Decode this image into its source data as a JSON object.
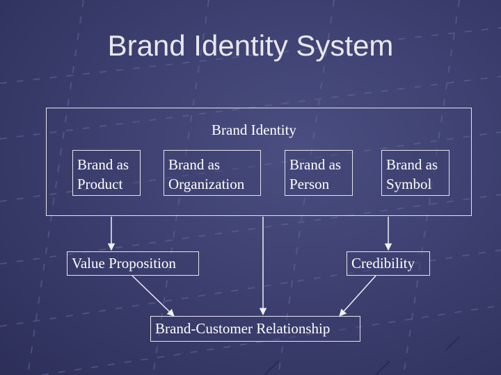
{
  "title": "Brand Identity System",
  "identity": {
    "label": "Brand Identity",
    "items": [
      "Brand as Product",
      "Brand as Organization",
      "Brand as Person",
      "Brand as Symbol"
    ]
  },
  "outcomes": {
    "value": "Value Proposition",
    "credibility": "Credibility"
  },
  "result": "Brand-Customer Relationship",
  "colors": {
    "background": "#3a3d6c",
    "text": "#ffffff",
    "lines": "#e6e6ee"
  }
}
